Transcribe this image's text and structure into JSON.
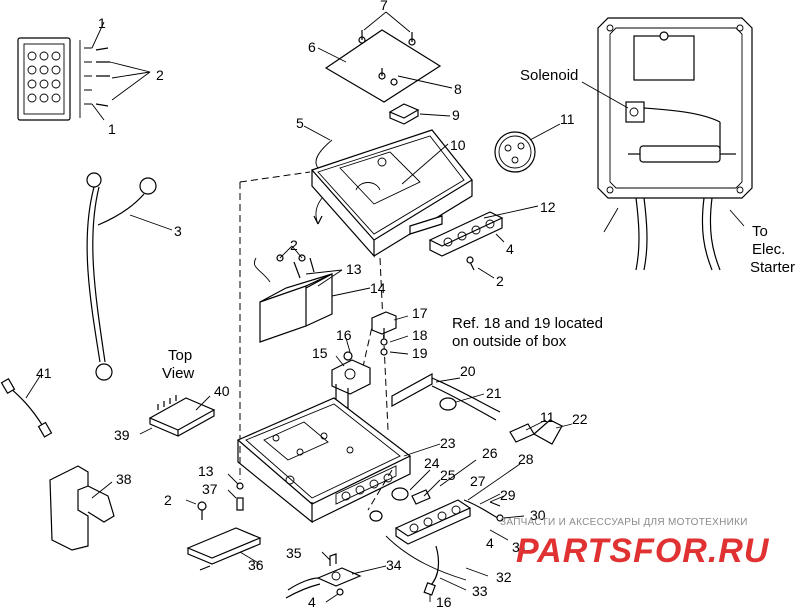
{
  "callouts": {
    "n1a": "1",
    "n1b": "1",
    "n2a": "2",
    "n2b": "2",
    "n2c": "2",
    "n2d": "2",
    "n3": "3",
    "n4a": "4",
    "n4b": "4",
    "n4c": "4",
    "n5": "5",
    "n6": "6",
    "n7": "7",
    "n8": "8",
    "n9": "9",
    "n10": "10",
    "n11a": "11",
    "n11b": "11",
    "n12": "12",
    "n13a": "13",
    "n13b": "13",
    "n14": "14",
    "n15": "15",
    "n16a": "16",
    "n16b": "16",
    "n17": "17",
    "n18": "18",
    "n19": "19",
    "n20": "20",
    "n21": "21",
    "n22": "22",
    "n23": "23",
    "n24": "24",
    "n25": "25",
    "n26": "26",
    "n27": "27",
    "n28": "28",
    "n29": "29",
    "n30": "30",
    "n31": "31",
    "n32": "32",
    "n33": "33",
    "n34": "34",
    "n35": "35",
    "n36": "36",
    "n37": "37",
    "n38": "38",
    "n39": "39",
    "n40": "40",
    "n41": "41"
  },
  "labels": {
    "solenoid": "Solenoid",
    "to": "To",
    "elec": "Elec.",
    "starter": "Starter",
    "top": "Top",
    "view": "View",
    "note_line1": "Ref. 18 and 19 located",
    "note_line2": "on outside of box"
  },
  "watermark": {
    "text": "ЗАПЧАСТИ И АКСЕССУАРЫ ДЛЯ МОТОТЕХНИКИ",
    "logo": "PARTSFOR.RU",
    "color": "#e03232"
  }
}
